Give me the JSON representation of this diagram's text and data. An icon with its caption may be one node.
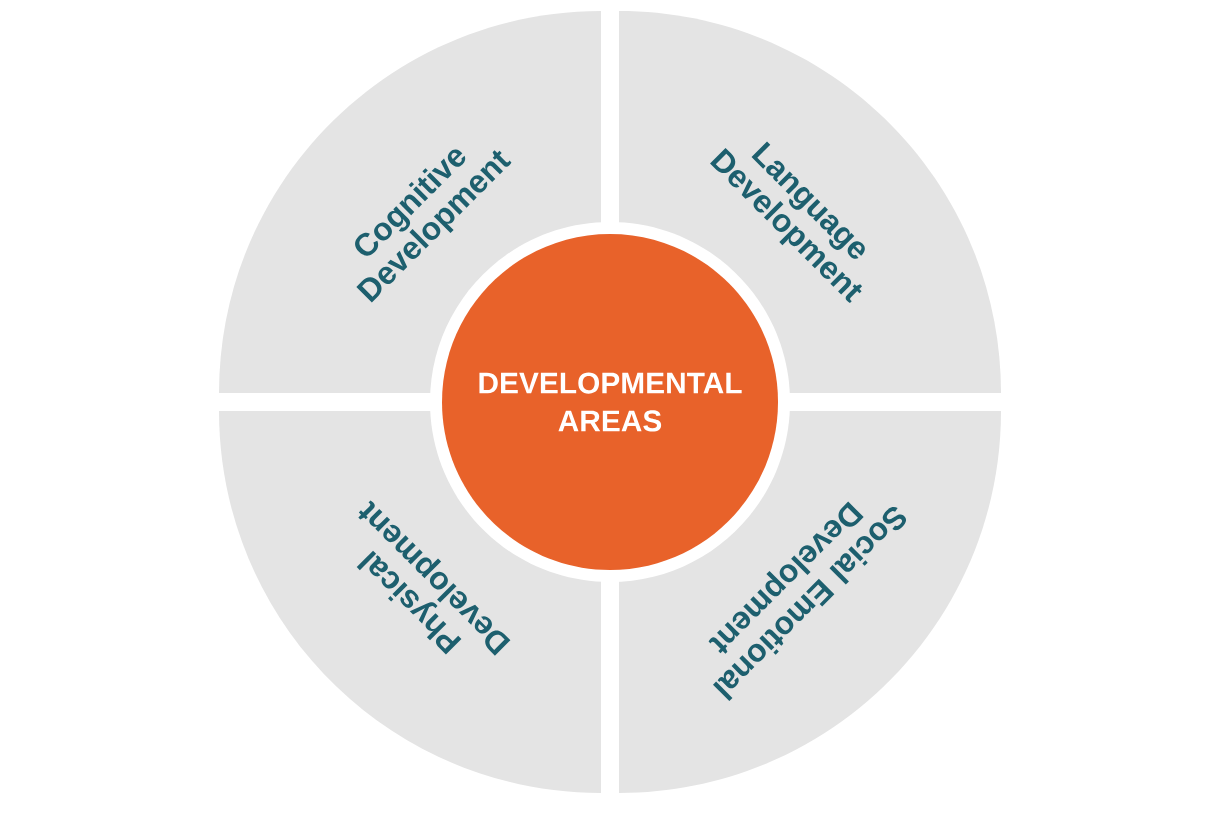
{
  "diagram": {
    "nodes": [
      {
        "text": [
          "Cognitive Development"
        ]
      },
      {
        "text": [
          "Language Development"
        ]
      },
      {
        "text": [
          "DEVELOPMENTAL AREAS"
        ]
      },
      {
        "text": [
          "Physical Development"
        ]
      },
      {
        "text": [
          "Social Emotional Development"
        ]
      }
    ]
  }
}
